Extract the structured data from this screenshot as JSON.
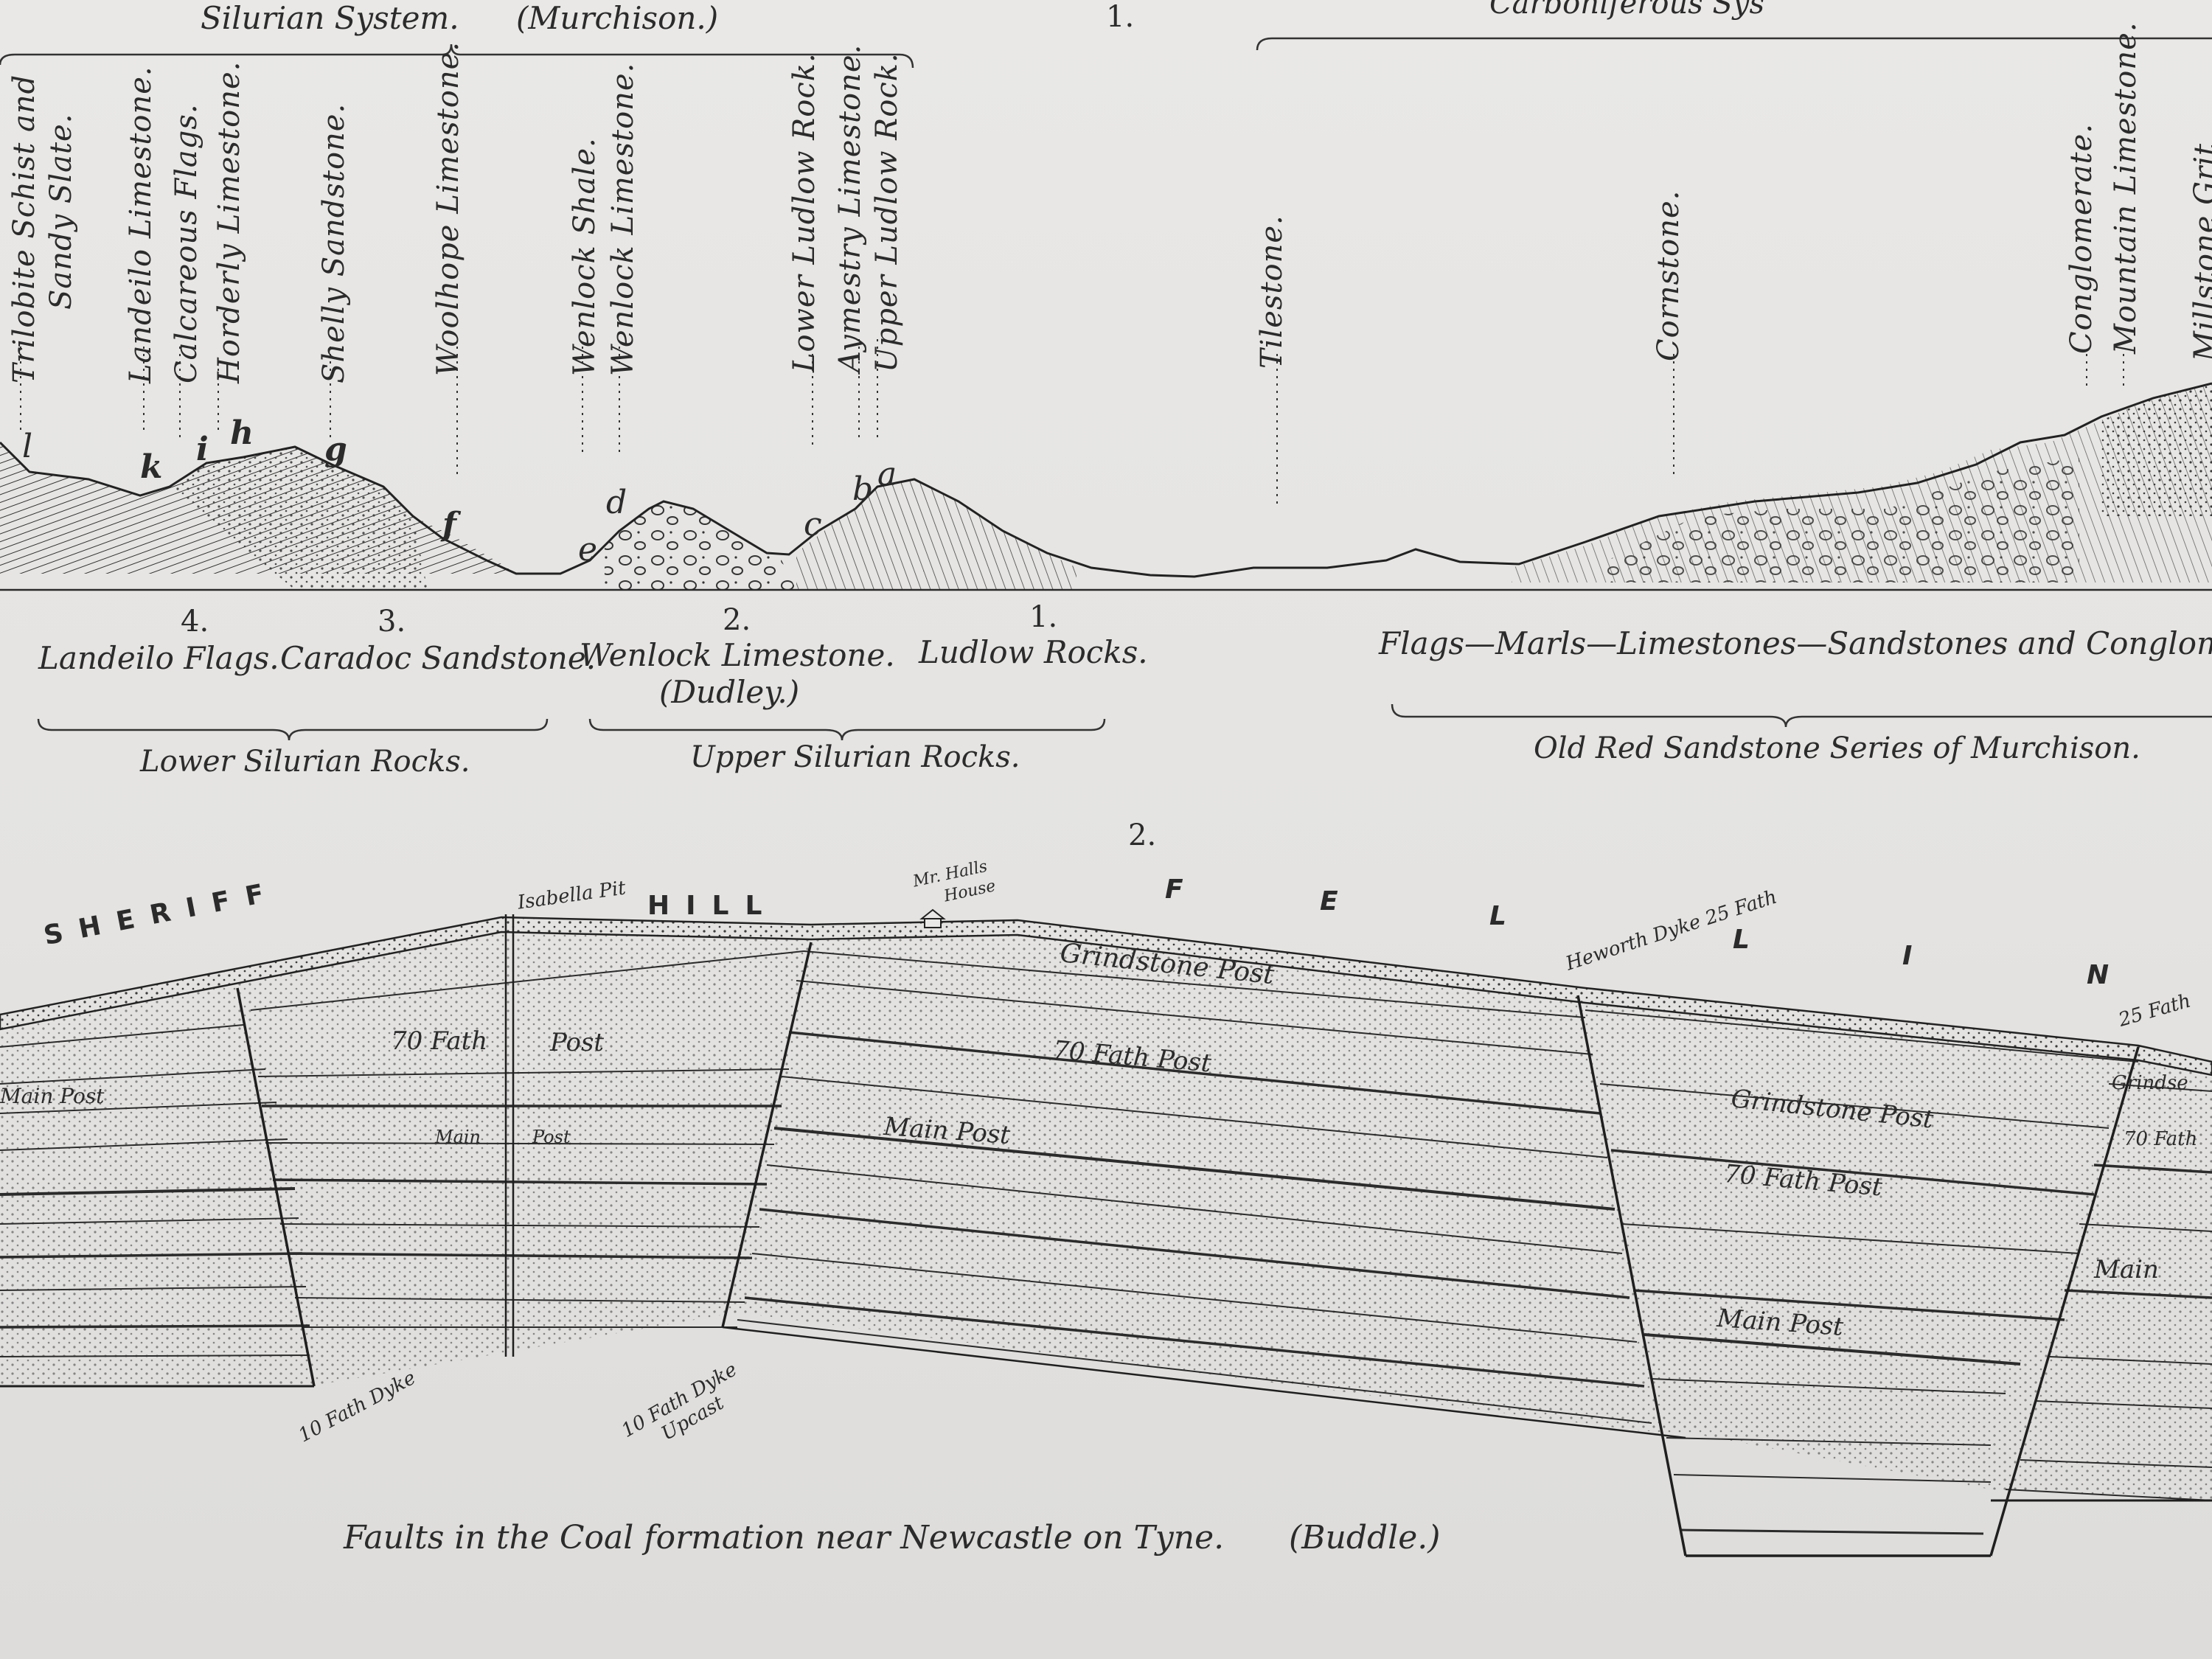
{
  "section1": {
    "header_left": "Silurian System.",
    "header_left_author": "(Murchison.)",
    "header_number": "1.",
    "header_right_fragment": "Carboniferous Sys",
    "strata_labels": [
      "Trilobite Schist and",
      "Sandy Slate.",
      "Landeilo Limestone.",
      "Calcareous Flags.",
      "Horderly Limestone.",
      "Shelly Sandstone.",
      "Woolhope Limestone.",
      "Wenlock Shale.",
      "Wenlock Limestone.",
      "Lower Ludlow Rock.",
      "Aymestry Limestone.",
      "Upper Ludlow Rock.",
      "Tilestone.",
      "Cornstone.",
      "Conglomerate.",
      "Mountain Limestone.",
      "Millstone Grit"
    ],
    "point_letters": [
      "l",
      "k",
      "i",
      "h",
      "g",
      "f",
      "e",
      "d",
      "c",
      "b",
      "a"
    ],
    "groups": [
      {
        "number": "4.",
        "name": "Landeilo Flags."
      },
      {
        "number": "3.",
        "name": "Caradoc Sandstone."
      },
      {
        "number": "2.",
        "name": "Wenlock Limestone.",
        "sub": "(Dudley.)"
      },
      {
        "number": "1.",
        "name": "Ludlow Rocks."
      }
    ],
    "right_caption": "Flags—Marls—Limestones—Sandstones and Conglomer",
    "bracket_labels": {
      "lower": "Lower Silurian Rocks.",
      "upper": "Upper Silurian Rocks.",
      "old_red": "Old Red Sandstone Series of Murchison."
    }
  },
  "section2": {
    "number": "2.",
    "surface_words": {
      "sheriff": "SHERIFF",
      "hill": "HILL",
      "fell": [
        "F",
        "E",
        "L"
      ],
      "ling": [
        "L",
        "I",
        "N"
      ]
    },
    "features": {
      "isabella_pit": "Isabella Pit",
      "halls_house_1": "Mr. Halls",
      "halls_house_2": "House",
      "heworth_dyke": "Heworth Dyke 25 Fath",
      "right_dyke": "25 Fath",
      "dyke_left": "10 Fath Dyke",
      "dyke_mid_1": "10 Fath Dyke",
      "dyke_mid_2": "Upcast"
    },
    "post_labels": {
      "grindstone": "Grindstone Post",
      "seventy": "70 Fath Post",
      "seventy_split_a": "70 Fath",
      "seventy_split_b": "Post",
      "main": "Main Post",
      "main_split": "Main",
      "main_small": "Main Post",
      "grindse": "Grindse",
      "seventy_fath_short": "70 Fath",
      "main_right": "Main"
    },
    "caption": "Faults in the Coal formation near Newcastle on Tyne.",
    "caption_author": "(Buddle.)"
  }
}
